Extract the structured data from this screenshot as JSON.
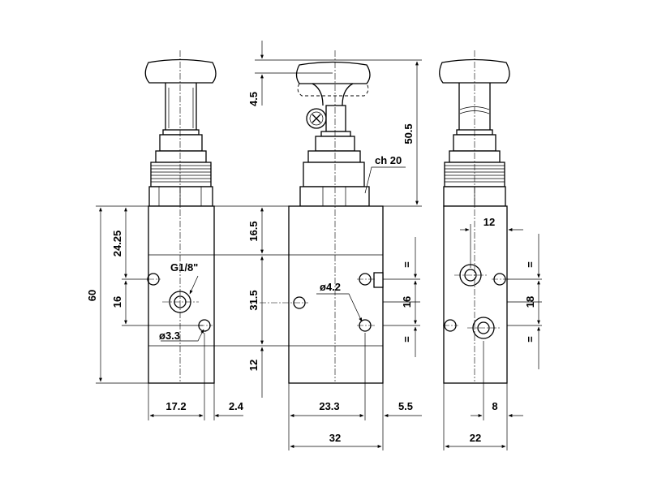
{
  "dims": {
    "d_4_5": "4.5",
    "d_50_5": "50.5",
    "ch_20": "ch 20",
    "d_24_25": "24.25",
    "d_60": "60",
    "d_16_left": "16",
    "d_16_5": "16.5",
    "d_31_5": "31.5",
    "d_12_vert": "12",
    "g18": "G1/8\"",
    "d_3_3": "ø3.3",
    "d_4_2": "ø4.2",
    "d_16_mid": "16",
    "d_12_top": "12",
    "d_18": "18",
    "eq_1": "=",
    "eq_2": "=",
    "eq_3": "=",
    "eq_4": "=",
    "d_17_2": "17.2",
    "d_2_4": "2.4",
    "d_23_3": "23.3",
    "d_5_5": "5.5",
    "d_32": "32",
    "d_8": "8",
    "d_22": "22"
  }
}
